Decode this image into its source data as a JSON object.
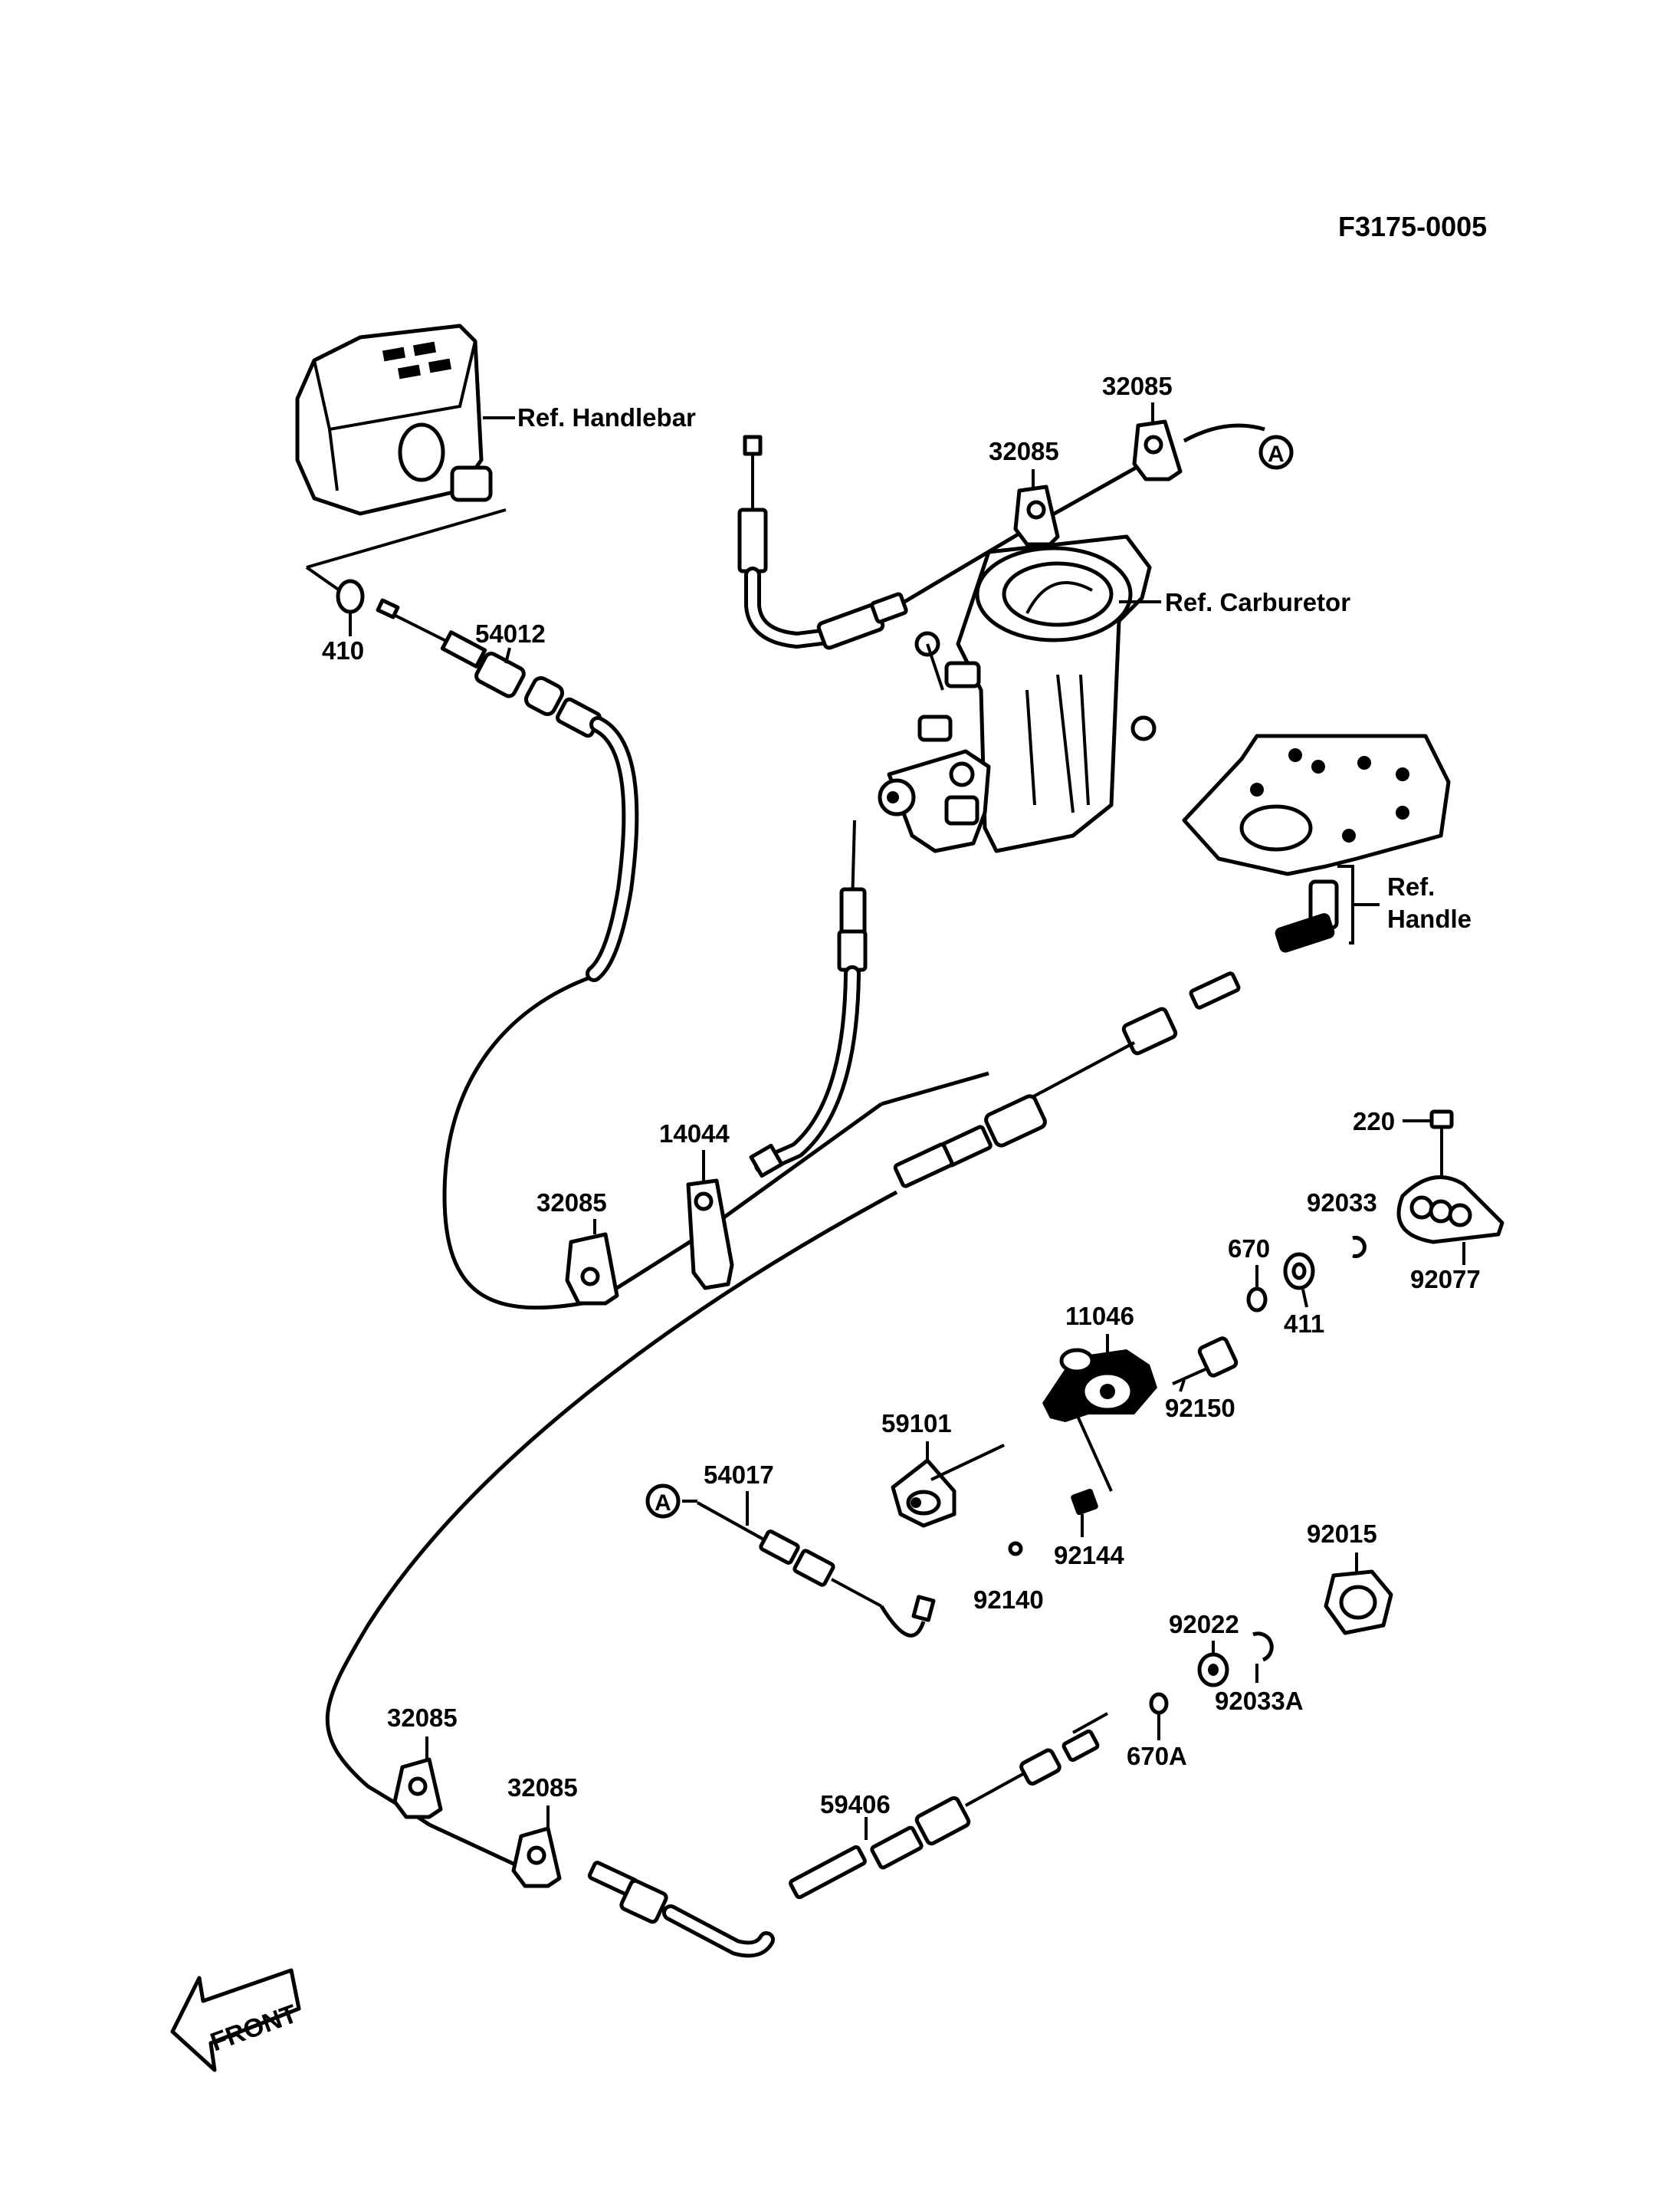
{
  "diagram_code": "F3175-0005",
  "references": {
    "handlebar": "Ref. Handlebar",
    "carburetor": "Ref. Carburetor",
    "handle_line1": "Ref.",
    "handle_line2": "Handle"
  },
  "connector_mark": "A",
  "front_mark": "FRONT",
  "part_labels": {
    "p410": "410",
    "p54012": "54012",
    "p32085_top_right": "32085",
    "p32085_top_mid": "32085",
    "p14044": "14044",
    "p32085_left": "32085",
    "p220": "220",
    "p92033": "92033",
    "p670": "670",
    "p411": "411",
    "p92077": "92077",
    "p11046": "11046",
    "p92150": "92150",
    "p59101": "59101",
    "p54017": "54017",
    "p92144": "92144",
    "p92140": "92140",
    "p92015": "92015",
    "p92022": "92022",
    "p92033A": "92033A",
    "p670A": "670A",
    "p32085_bottom_left": "32085",
    "p32085_bottom_mid": "32085",
    "p59406": "59406"
  }
}
